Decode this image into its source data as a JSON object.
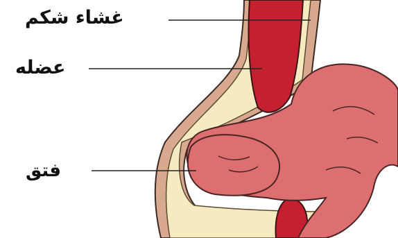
{
  "labels": [
    {
      "id": "peritoneum",
      "text": "غشاء شکم"
    },
    {
      "id": "muscle",
      "text": "عضله"
    },
    {
      "id": "hernia",
      "text": "فتق"
    },
    {
      "id": "cut-off",
      "text": ""
    }
  ],
  "colors": {
    "background": "#ffffff",
    "skin_outer": "#d9a98f",
    "skin_stroke": "#3a2a24",
    "fat": "#f6ebc0",
    "muscle": "#c4202f",
    "muscle_stroke": "#3a1414",
    "intestine": "#de6f70",
    "intestine_stroke": "#4a2424",
    "leader_line": "#222222",
    "label_text": "#111111"
  }
}
